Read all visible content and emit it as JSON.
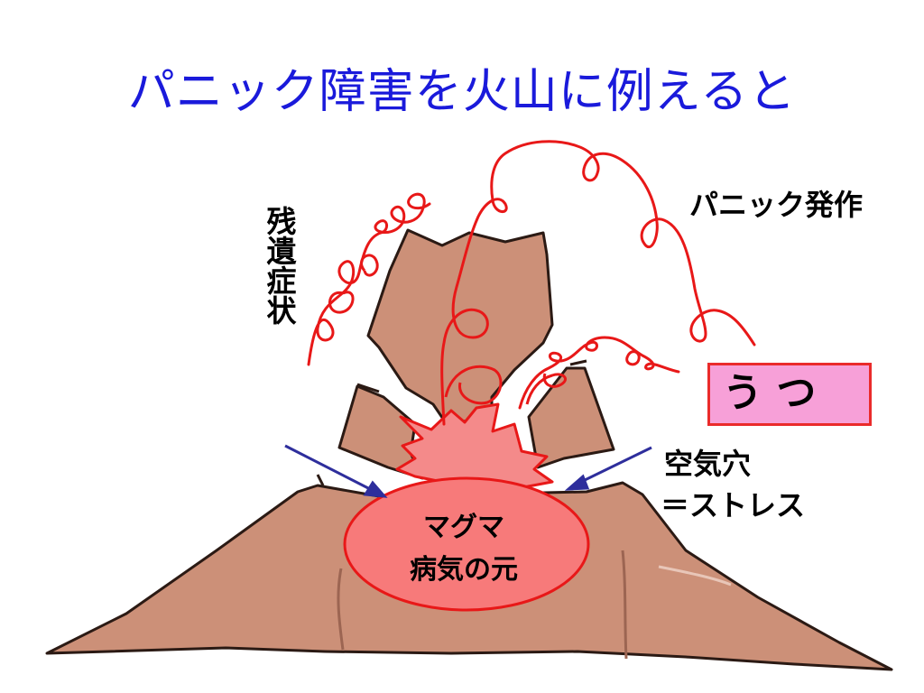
{
  "slide": {
    "title": "パニック障害を火山に例えると"
  },
  "labels": {
    "panic_attack": "パニック発作",
    "residual_symptoms": "残遺症状",
    "depression": "う つ",
    "air_hole_line1": "空気穴",
    "air_hole_line2": "＝ストレス",
    "magma_line1": "マグマ",
    "magma_line2": "病気の元"
  },
  "colors": {
    "title": "#1a1adb",
    "volcano_fill": "#cc9078",
    "volcano_edge": "#2b1a14",
    "eruption_line": "#e81818",
    "magma_fill": "#f77a7a",
    "magma_edge": "#e81818",
    "burst_fill": "#f48a8a",
    "arrow": "#2e2e9c",
    "depression_box_fill": "#f7a0d8",
    "depression_box_border": "#ea2b2b"
  }
}
